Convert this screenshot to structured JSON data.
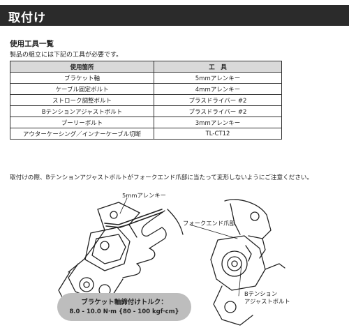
{
  "header": {
    "title": "取付け"
  },
  "tools": {
    "title": "使用工具一覧",
    "intro": "製品の組立には下記の工具が必要です。",
    "columns": [
      "使用箇所",
      "工　具"
    ],
    "rows": [
      [
        "ブラケット軸",
        "5mmアレンキー"
      ],
      [
        "ケーブル固定ボルト",
        "4mmアレンキー"
      ],
      [
        "ストローク調整ボルト",
        "プラスドライバー #2"
      ],
      [
        "Bテンションアジャストボルト",
        "プラスドライバー #2"
      ],
      [
        "プーリーボルト",
        "3mmアレンキー"
      ],
      [
        "アウターケーシング／インナーケーブル切断",
        "TL-CT12"
      ]
    ]
  },
  "note": "取付けの際、Bテンションアジャストボルトがフォークエンド爪部に当たって変形しないようにご注意ください。",
  "illustration": {
    "label_allen": "5mmアレンキー",
    "label_fork": "フォークエンド爪部",
    "label_b_tension_1": "Bテンション",
    "label_b_tension_2": "アジャストボルト"
  },
  "torque": {
    "title": "ブラケット軸締付けトルク：",
    "value": "8.0 - 10.0 N·m {80 - 100 kgf·cm}"
  }
}
